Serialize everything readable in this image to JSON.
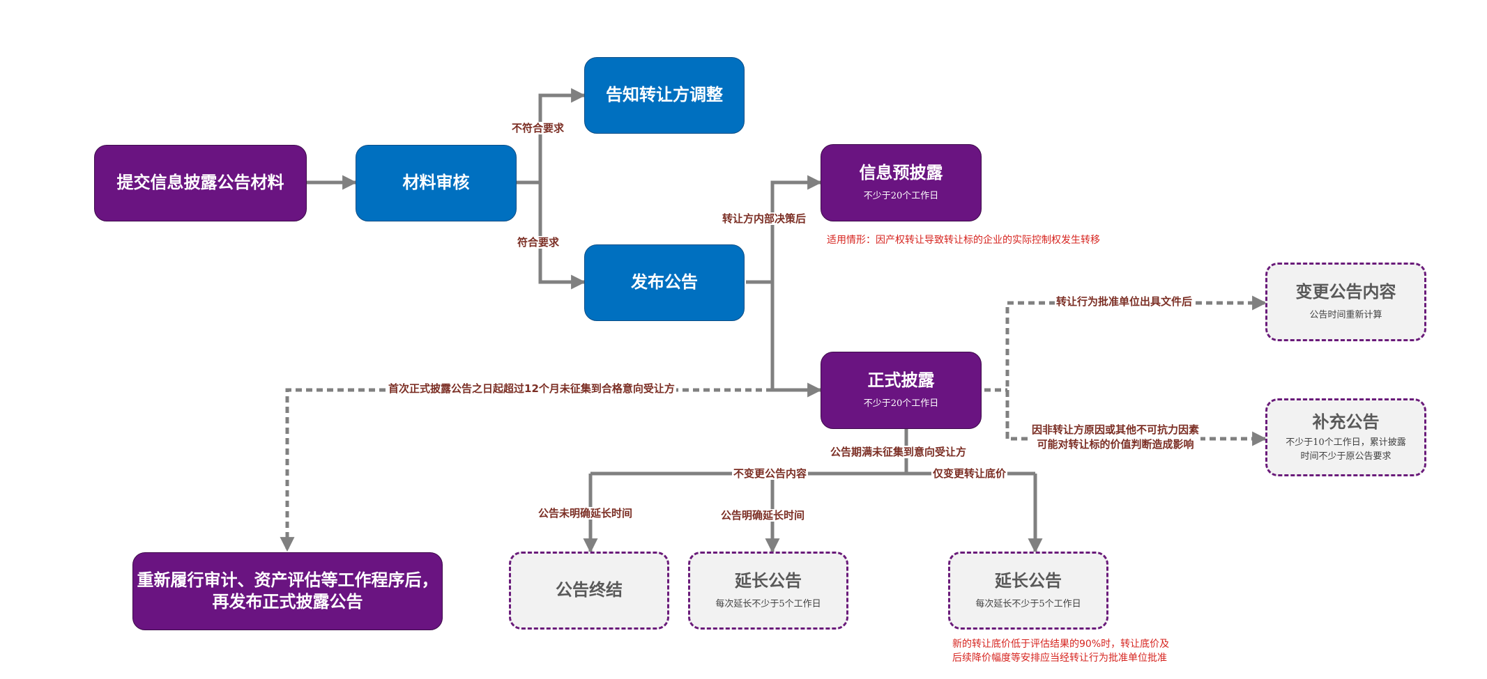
{
  "diagram": {
    "nodes": {
      "submit": {
        "title": "提交信息披露公告材料"
      },
      "review": {
        "title": "材料审核"
      },
      "notify": {
        "title": "告知转让方调整"
      },
      "publish": {
        "title": "发布公告"
      },
      "pre_disclosure": {
        "title": "信息预披露",
        "subtitle": "不少于20个工作日"
      },
      "formal_disclosure": {
        "title": "正式披露",
        "subtitle": "不少于20个工作日"
      },
      "change_content": {
        "title": "变更公告内容",
        "subtitle": "公告时间重新计算"
      },
      "supplement": {
        "title": "补充公告",
        "subtitle_lines": [
          "不少于10个工作日，累计披露",
          "时间不少于原公告要求"
        ]
      },
      "redo": {
        "title_lines": [
          "重新履行审计、资产评估等工作程序后，",
          "再发布正式披露公告"
        ]
      },
      "terminate": {
        "title": "公告终结"
      },
      "extend_1": {
        "title": "延长公告",
        "subtitle": "每次延长不少于5个工作日"
      },
      "extend_2": {
        "title": "延长公告",
        "subtitle": "每次延长不少于5个工作日"
      }
    },
    "edge_labels": {
      "not_compliant": "不符合要求",
      "compliant": "符合要求",
      "after_internal_decision": "转让方内部决策后",
      "over_12_months": "首次正式披露公告之日起超过12个月未征集到合格意向受让方",
      "after_approval_docs": "转让行为批准单位出具文件后",
      "force_majeure_lines": [
        "因非转让方原因或其他不可抗力因素",
        "可能对转让标的价值判断造成影响"
      ],
      "period_expired": "公告期满未征集到意向受让方",
      "no_change": "不变更公告内容",
      "price_only": "仅变更转让底价",
      "no_extension_time": "公告未明确延长时间",
      "with_extension_time": "公告明确延长时间"
    },
    "notes": {
      "pre_disclosure_scope": "适用情形：因产权转让导致转让标的企业的实际控制权发生转移",
      "price_note_lines": [
        "新的转让底价低于评估结果的90%时，转让底价及",
        "后续降价幅度等安排应当经转让行为批准单位批准"
      ]
    },
    "colors": {
      "purple": "#6a1481",
      "blue": "#0070c0",
      "connector": "#808080",
      "label": "#7b2e24",
      "note": "#d6241f",
      "dashed_border": "#6a1b7a",
      "dashed_fill": "#f2f2f2"
    }
  }
}
